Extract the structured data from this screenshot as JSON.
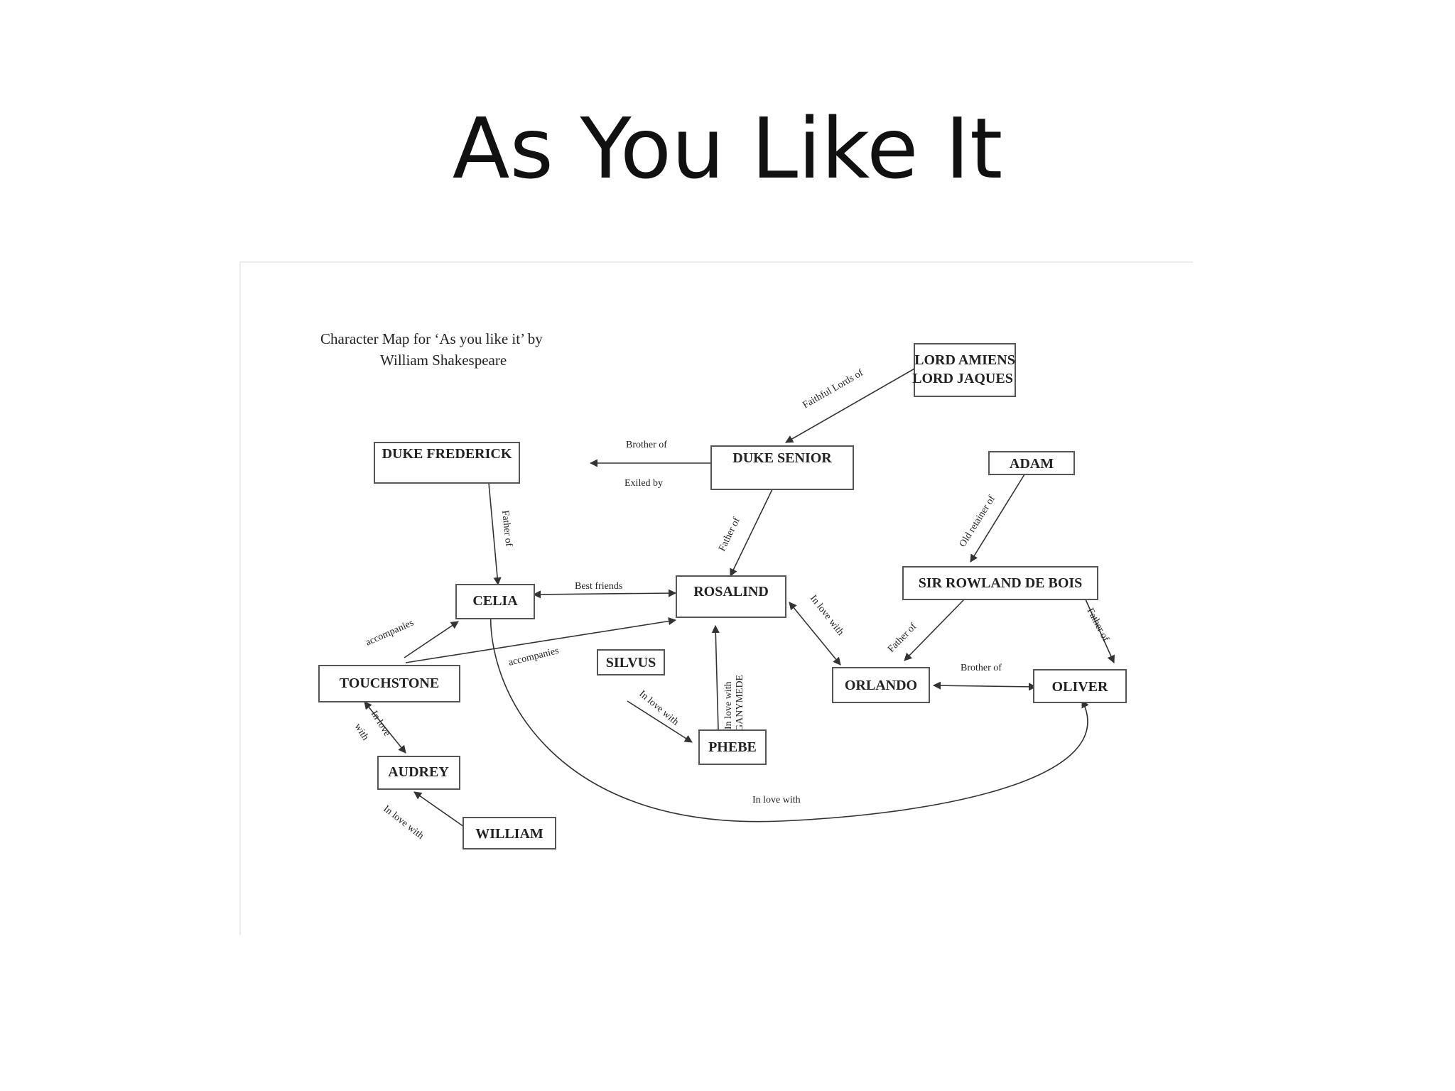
{
  "slide": {
    "title": "As You Like It"
  },
  "map": {
    "caption_line1": "Character Map for ‘As you like it’ by",
    "caption_line2": "William Shakespeare",
    "nodes": {
      "lord_amiens": "LORD AMIENS",
      "lord_jaques": "LORD JAQUES",
      "duke_frederick": "DUKE FREDERICK",
      "duke_senior": "DUKE SENIOR",
      "adam": "ADAM",
      "celia": "CELIA",
      "rosalind": "ROSALIND",
      "sir_rowland": "SIR ROWLAND DE BOIS",
      "touchstone": "TOUCHSTONE",
      "silvus": "SILVUS",
      "orlando": "ORLANDO",
      "oliver": "OLIVER",
      "phebe": "PHEBE",
      "audrey": "AUDREY",
      "william": "WILLIAM"
    },
    "edges": {
      "faithful_lords": "Faithful Lords of",
      "brother_dukes": "Brother of",
      "exiled_by": "Exiled by",
      "father_celia": "Father of",
      "father_rosalind": "Father of",
      "old_retainer": "Old retainer of",
      "best_friends": "Best friends",
      "accompanies_celia": "accompanies",
      "accompanies_rosalind": "accompanies",
      "rosalind_orlando": "In love with",
      "father_orlando": "Father of",
      "father_oliver": "Father of",
      "brother_orlando_oliver": "Brother of",
      "silvus_phebe": "In love with",
      "phebe_ganymede_1": "In love with",
      "phebe_ganymede_2": "GANYMEDE",
      "touchstone_audrey_1": "In love",
      "touchstone_audrey_2": "with",
      "celia_oliver": "In love with",
      "william_audrey": "In love with"
    }
  }
}
